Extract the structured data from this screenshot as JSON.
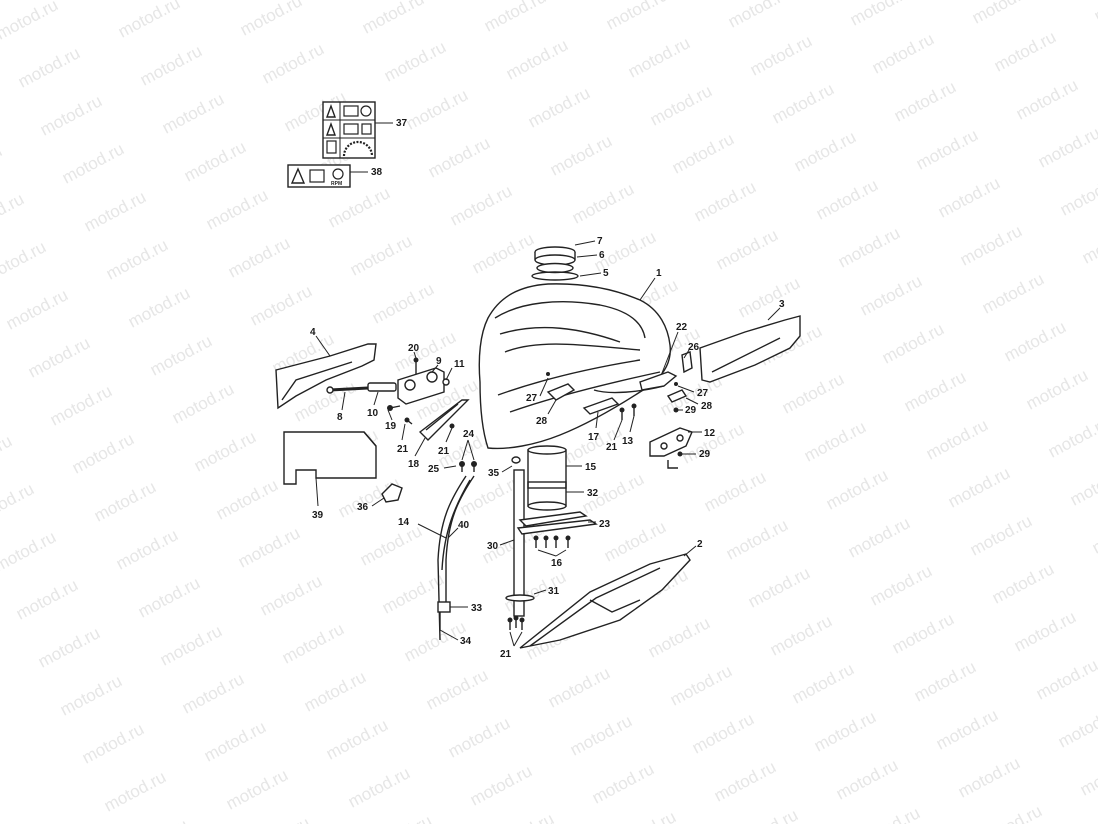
{
  "watermark": {
    "text": "motod.ru"
  },
  "labels": {
    "l1": "1",
    "l2": "2",
    "l3": "3",
    "l4": "4",
    "l5": "5",
    "l6": "6",
    "l7": "7",
    "l8": "8",
    "l9": "9",
    "l10": "10",
    "l11": "11",
    "l12": "12",
    "l13": "13",
    "l14": "14",
    "l15": "15",
    "l16": "16",
    "l17": "17",
    "l18": "18",
    "l19": "19",
    "l20": "20",
    "l21a": "21",
    "l21b": "21",
    "l21c": "21",
    "l21d": "21",
    "l22": "22",
    "l23": "23",
    "l24": "24",
    "l25": "25",
    "l26": "26",
    "l27a": "27",
    "l27b": "27",
    "l28a": "28",
    "l28b": "28",
    "l29a": "29",
    "l29b": "29",
    "l30": "30",
    "l31": "31",
    "l32": "32",
    "l33": "33",
    "l34": "34",
    "l35": "35",
    "l36": "36",
    "l37": "37",
    "l38": "38",
    "l39": "39",
    "l40": "40"
  },
  "warning_label": {
    "rpm_text": "RPM"
  }
}
